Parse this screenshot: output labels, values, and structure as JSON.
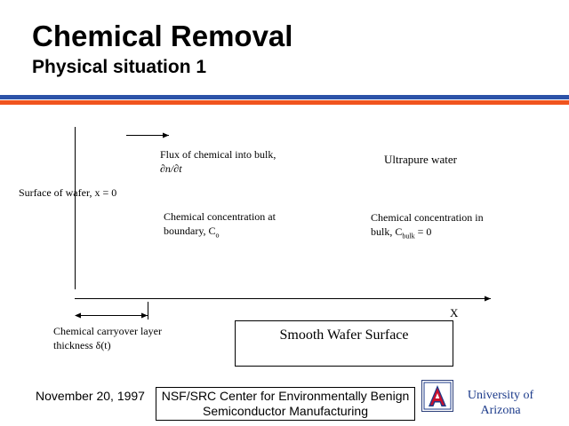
{
  "header": {
    "title": "Chemical Removal",
    "subtitle": "Physical situation 1"
  },
  "diagram": {
    "flux_label_line1": "Flux of chemical into bulk,",
    "flux_label_line2": "∂n/∂t",
    "ultrapure_label": "Ultrapure water",
    "surface_label": "Surface of wafer, x = 0",
    "boundary_conc_line1": "Chemical concentration at",
    "boundary_conc_line2": "boundary, C",
    "boundary_conc_sub": "o",
    "bulk_conc_line1": "Chemical concentration in",
    "bulk_conc_line2_pre": "bulk, C",
    "bulk_conc_sub": "bulk",
    "bulk_conc_line2_post": " = 0",
    "x_axis_label": "X",
    "carryover_line1": "Chemical carryover layer",
    "carryover_line2": "thickness δ(t)",
    "wafer_box_label": "Smooth Wafer Surface"
  },
  "footer": {
    "date": "November 20, 1997",
    "center_line1": "NSF/SRC Center for Environmentally Benign",
    "center_line2": "Semiconductor Manufacturing",
    "logo_letter": "A",
    "university_line1": "University of",
    "university_line2": "Arizona"
  },
  "colors": {
    "stripe_blue": "#2c52a8",
    "stripe_red": "#f0541e",
    "logo_red": "#c8102e",
    "logo_navy": "#1b3a8a"
  }
}
